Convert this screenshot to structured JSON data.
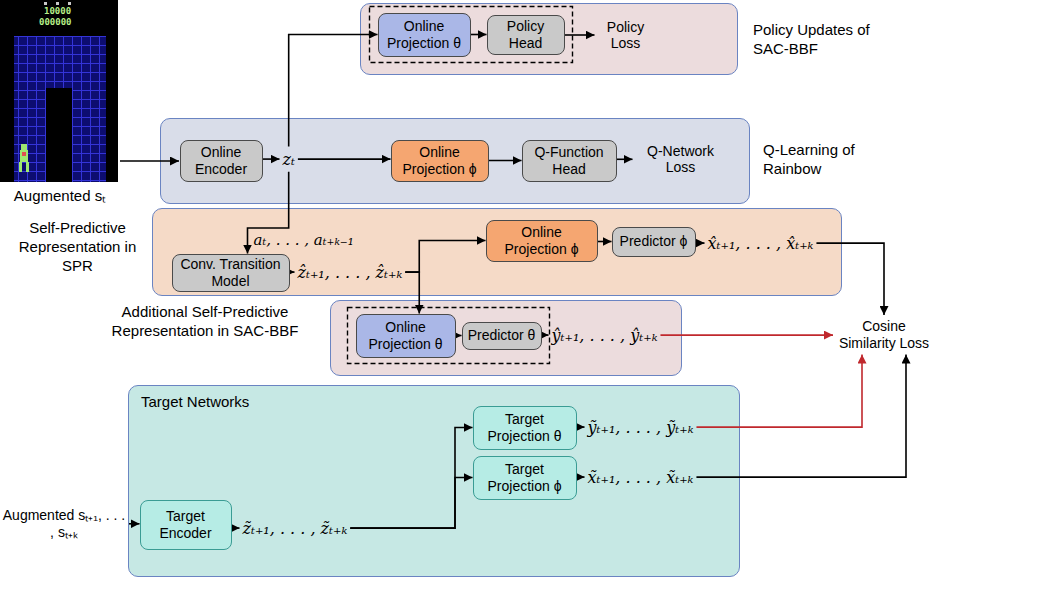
{
  "diagram": {
    "nodes": [
      {
        "text": [
          "Policy Updates of SAC-BBF"
        ]
      },
      {
        "text": [
          "Online Projection θ"
        ],
        "in": 0
      },
      {
        "text": [
          "Policy Head"
        ],
        "in": 0
      },
      {
        "text": [
          "Policy Loss"
        ],
        "in": 0
      },
      {
        "text": [
          "Q-Learning of Rainbow"
        ]
      },
      {
        "text": [
          "Online Encoder"
        ],
        "in": 4
      },
      {
        "text": [
          "zₜ"
        ],
        "in": 4
      },
      {
        "text": [
          "Online Projection ϕ"
        ],
        "in": 4
      },
      {
        "text": [
          "Q-Function Head"
        ],
        "in": 4
      },
      {
        "text": [
          "Q-Network Loss"
        ],
        "in": 4
      },
      {
        "text": [
          "Self-Predictive Representation in SPR"
        ]
      },
      {
        "text": [
          "Conv. Transition Model"
        ],
        "in": 10
      },
      {
        "text": [
          "ẑₜ₊₁, . . . , ẑₜ₊ₖ"
        ],
        "in": 10
      },
      {
        "text": [
          "Online Projection ϕ"
        ],
        "in": 10
      },
      {
        "text": [
          "Predictor ϕ"
        ],
        "in": 10
      },
      {
        "text": [
          "x̂ₜ₊₁, . . . , x̂ₜ₊ₖ"
        ],
        "in": 10
      },
      {
        "text": [
          "Additional Self-Predictive Representation in SAC-BBF"
        ]
      },
      {
        "text": [
          "Online Projection θ"
        ],
        "in": 16
      },
      {
        "text": [
          "Predictor θ"
        ],
        "in": 16
      },
      {
        "text": [
          "ŷₜ₊₁, . . . , ŷₜ₊ₖ"
        ],
        "in": 16
      },
      {
        "text": [
          "Cosine Similarity Loss"
        ]
      },
      {
        "text": [
          "Target Networks"
        ]
      },
      {
        "text": [
          "Augmented sₜ₊₁, . . . , sₜ₊ₖ"
        ]
      },
      {
        "text": [
          "Target Encoder"
        ],
        "in": 21
      },
      {
        "text": [
          "z̃ₜ₊₁, . . . , z̃ₜ₊ₖ"
        ],
        "in": 21
      },
      {
        "text": [
          "Target Projection θ"
        ],
        "in": 21
      },
      {
        "text": [
          "Target Projection ϕ"
        ],
        "in": 21
      },
      {
        "text": [
          "ỹₜ₊₁, . . . , ỹₜ₊ₖ"
        ],
        "in": 21
      },
      {
        "text": [
          "x̃ₜ₊₁, . . . , x̃ₜ₊ₖ"
        ],
        "in": 21
      }
    ],
    "edges": [
      {
        "from": 5,
        "to": 6,
        "arrow": "to"
      },
      {
        "from": 6,
        "to": 7,
        "arrow": "to"
      },
      {
        "from": 7,
        "to": 8,
        "arrow": "to"
      },
      {
        "from": 8,
        "to": 9,
        "arrow": "to"
      },
      {
        "from": 6,
        "to": 1,
        "arrow": "to"
      },
      {
        "from": 1,
        "to": 2,
        "arrow": "to"
      },
      {
        "from": 2,
        "to": 3,
        "arrow": "to"
      },
      {
        "from": 6,
        "to": 11,
        "arrow": "to",
        "label": "aₜ, . . . , aₜ₊ₖ₋₁"
      },
      {
        "from": 11,
        "to": 12,
        "arrow": "to"
      },
      {
        "from": 12,
        "to": 13,
        "arrow": "to"
      },
      {
        "from": 13,
        "to": 14,
        "arrow": "to"
      },
      {
        "from": 14,
        "to": 15,
        "arrow": "to"
      },
      {
        "from": 12,
        "to": 17,
        "arrow": "to"
      },
      {
        "from": 17,
        "to": 18,
        "arrow": "to"
      },
      {
        "from": 18,
        "to": 19,
        "arrow": "to"
      },
      {
        "from": 19,
        "to": 20,
        "arrow": "to"
      },
      {
        "from": 15,
        "to": 20,
        "arrow": "to"
      },
      {
        "from": 22,
        "to": 23,
        "arrow": "to"
      },
      {
        "from": 23,
        "to": 24,
        "arrow": "to"
      },
      {
        "from": 24,
        "to": 25,
        "arrow": "to"
      },
      {
        "from": 24,
        "to": 26,
        "arrow": "to"
      },
      {
        "from": 25,
        "to": 27,
        "arrow": "to"
      },
      {
        "from": 26,
        "to": 28,
        "arrow": "to"
      },
      {
        "from": 27,
        "to": 20,
        "arrow": "to"
      },
      {
        "from": 28,
        "to": 20,
        "arrow": "to"
      }
    ],
    "labels": [
      "10000",
      "000000",
      "Augmented sₜ"
    ]
  }
}
